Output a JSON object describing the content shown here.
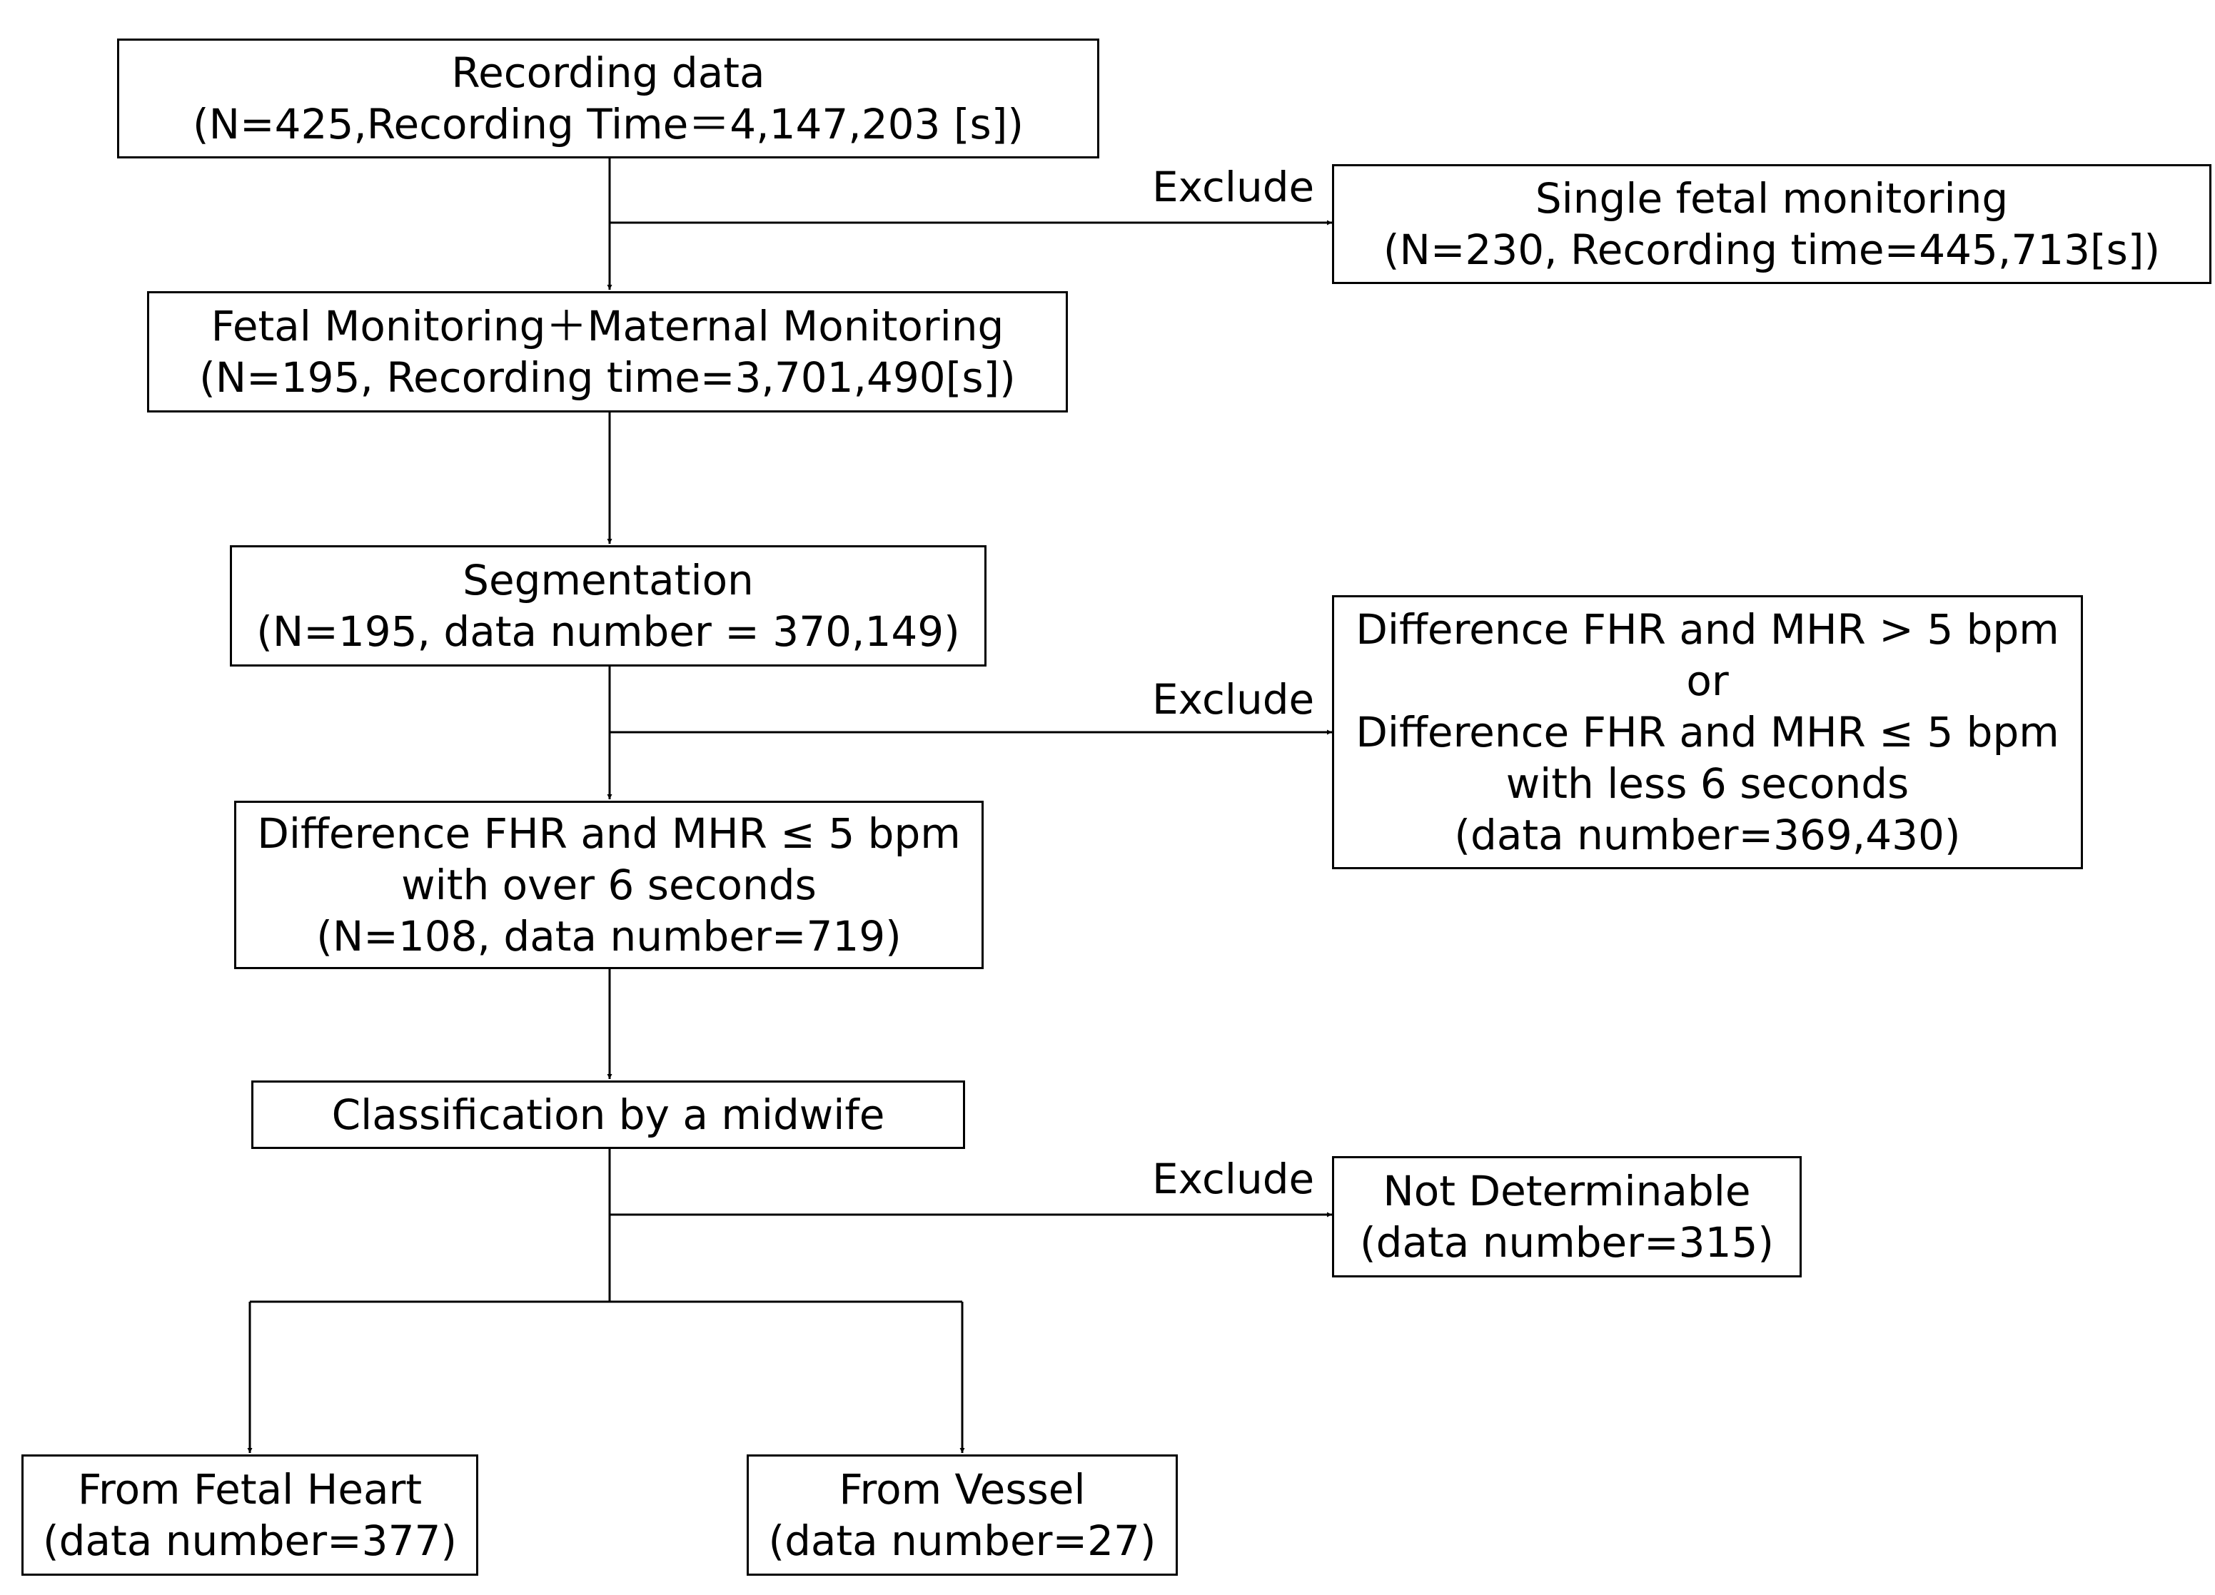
{
  "boxes": {
    "recording": {
      "lines": [
        "Recording data",
        "(N=425,Recording Time＝4,147,203 [s])"
      ]
    },
    "single_fetal": {
      "lines": [
        "Single fetal monitoring",
        "(N=230, Recording time=445,713[s])"
      ]
    },
    "fetal_maternal": {
      "lines": [
        "Fetal Monitoring＋Maternal Monitoring",
        "(N=195, Recording time=3,701,490[s])"
      ]
    },
    "segmentation": {
      "lines": [
        "Segmentation",
        "(N=195, data number = 370,149)"
      ]
    },
    "diff_exclude": {
      "lines": [
        "Difference FHR and MHR > 5 bpm",
        "or",
        "Difference FHR and MHR ≤ 5 bpm",
        "with less 6 seconds",
        "(data number=369,430)"
      ]
    },
    "diff_keep": {
      "lines": [
        "Difference FHR and MHR ≤ 5 bpm",
        "with over 6 seconds",
        "(N=108, data number=719)"
      ]
    },
    "classification": {
      "lines": [
        "Classification by a midwife"
      ]
    },
    "not_determinable": {
      "lines": [
        "Not Determinable",
        "(data number=315)"
      ]
    },
    "fetal_heart": {
      "lines": [
        "From Fetal Heart",
        "(data number=377)"
      ]
    },
    "vessel": {
      "lines": [
        "From Vessel",
        "(data number=27)"
      ]
    }
  },
  "labels": {
    "exclude_1": "Exclude",
    "exclude_2": "Exclude",
    "exclude_3": "Exclude"
  }
}
